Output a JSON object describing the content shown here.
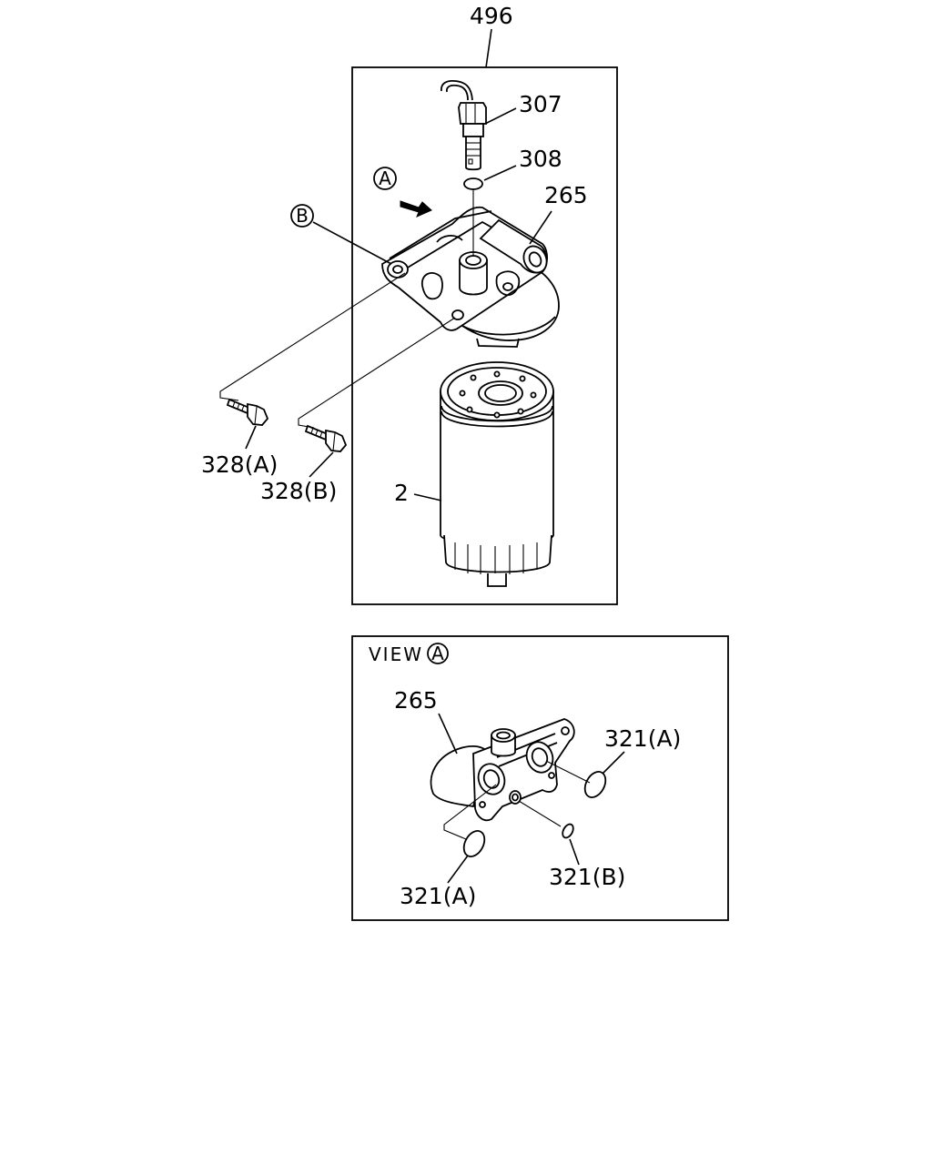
{
  "main_view": {
    "assembly_label": "496",
    "callouts": {
      "sensor": "307",
      "o_ring": "308",
      "head": "265",
      "cartridge": "2",
      "bolt_a": "328(A)",
      "bolt_b": "328(B)"
    },
    "markers": {
      "view_a": "A",
      "point_b": "B"
    }
  },
  "detail_view": {
    "title_text": "VIEW",
    "title_marker": "A",
    "callouts": {
      "head": "265",
      "oring_a_right": "321(A)",
      "oring_a_left": "321(A)",
      "oring_b": "321(B)"
    }
  }
}
